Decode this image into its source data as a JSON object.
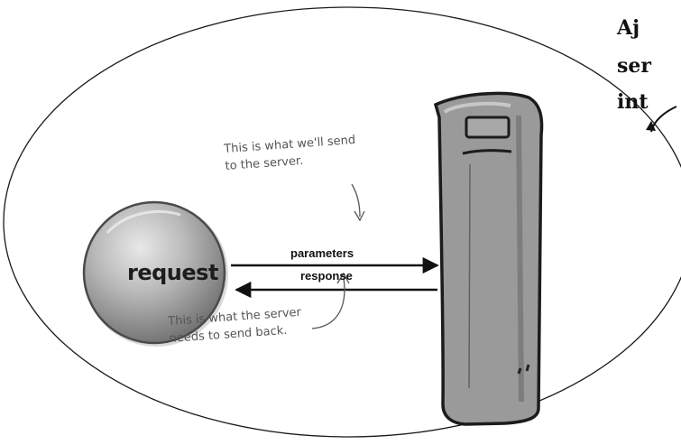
{
  "cut_off_text": [
    "Aj",
    "ser",
    "int"
  ],
  "notes": {
    "top": [
      "This is what we'll send",
      "to the server."
    ],
    "bottom": [
      "This is what the server",
      "needs to send back."
    ]
  },
  "arrows": {
    "parameters": "parameters",
    "response": "response"
  },
  "request_label": "request"
}
